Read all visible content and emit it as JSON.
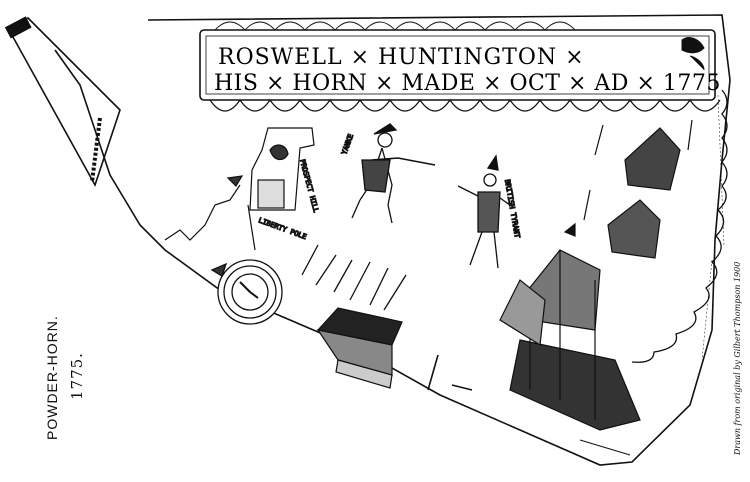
{
  "caption": {
    "line1": "POWDER-HORN.",
    "line2": "1775."
  },
  "banner": {
    "line1_words": [
      "ROSWELL",
      "HUNTINGTON"
    ],
    "line2_words": [
      "HIS",
      "HORN",
      "MADE",
      "OCT",
      "AD",
      "1775"
    ],
    "separator": "×"
  },
  "labels": {
    "yankee": "YANKE",
    "british": "BRITISH TYRANT",
    "prospect_hill": "PROSPECT HILL",
    "liberty_pole": "LIBERTY POLE"
  },
  "credit": "Drawn from original by Gilbert Thompson 1900",
  "icons": [
    "horn-outline",
    "banner-scroll",
    "soldier-figure",
    "tyrant-figure",
    "clock-dial",
    "house",
    "ship",
    "tent",
    "sword",
    "cannon",
    "powder-horn-spout"
  ]
}
